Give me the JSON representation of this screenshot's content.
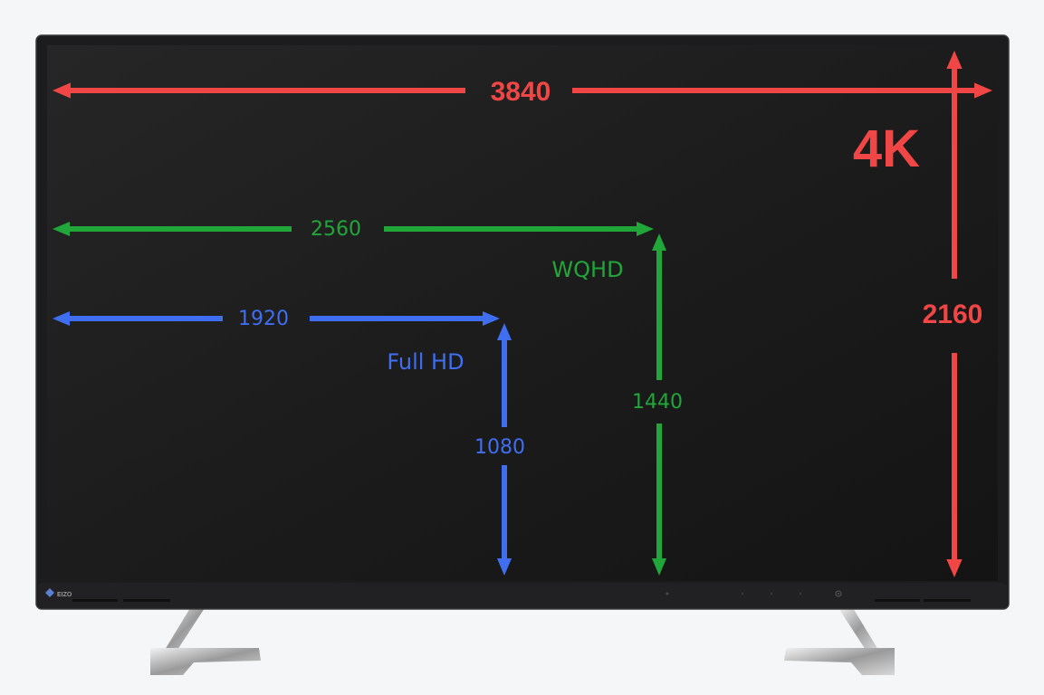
{
  "brand": "EIZO",
  "colors": {
    "uhd": "#f04646",
    "wqhd": "#21a63a",
    "fhd": "#3f6ef0",
    "bezel": "#1c1c1e",
    "screen": "#1a1a1a",
    "background": "#f5f6f8"
  },
  "resolutions": [
    {
      "name": "4K",
      "width": 3840,
      "height": 2160,
      "width_label": "3840",
      "height_label": "2160",
      "color_key": "uhd"
    },
    {
      "name": "WQHD",
      "width": 2560,
      "height": 1440,
      "width_label": "2560",
      "height_label": "1440",
      "color_key": "wqhd"
    },
    {
      "name": "Full HD",
      "width": 1920,
      "height": 1080,
      "width_label": "1920",
      "height_label": "1080",
      "color_key": "fhd"
    }
  ],
  "icons": {
    "logo": "eizo-logo-icon",
    "power": "power-icon"
  }
}
